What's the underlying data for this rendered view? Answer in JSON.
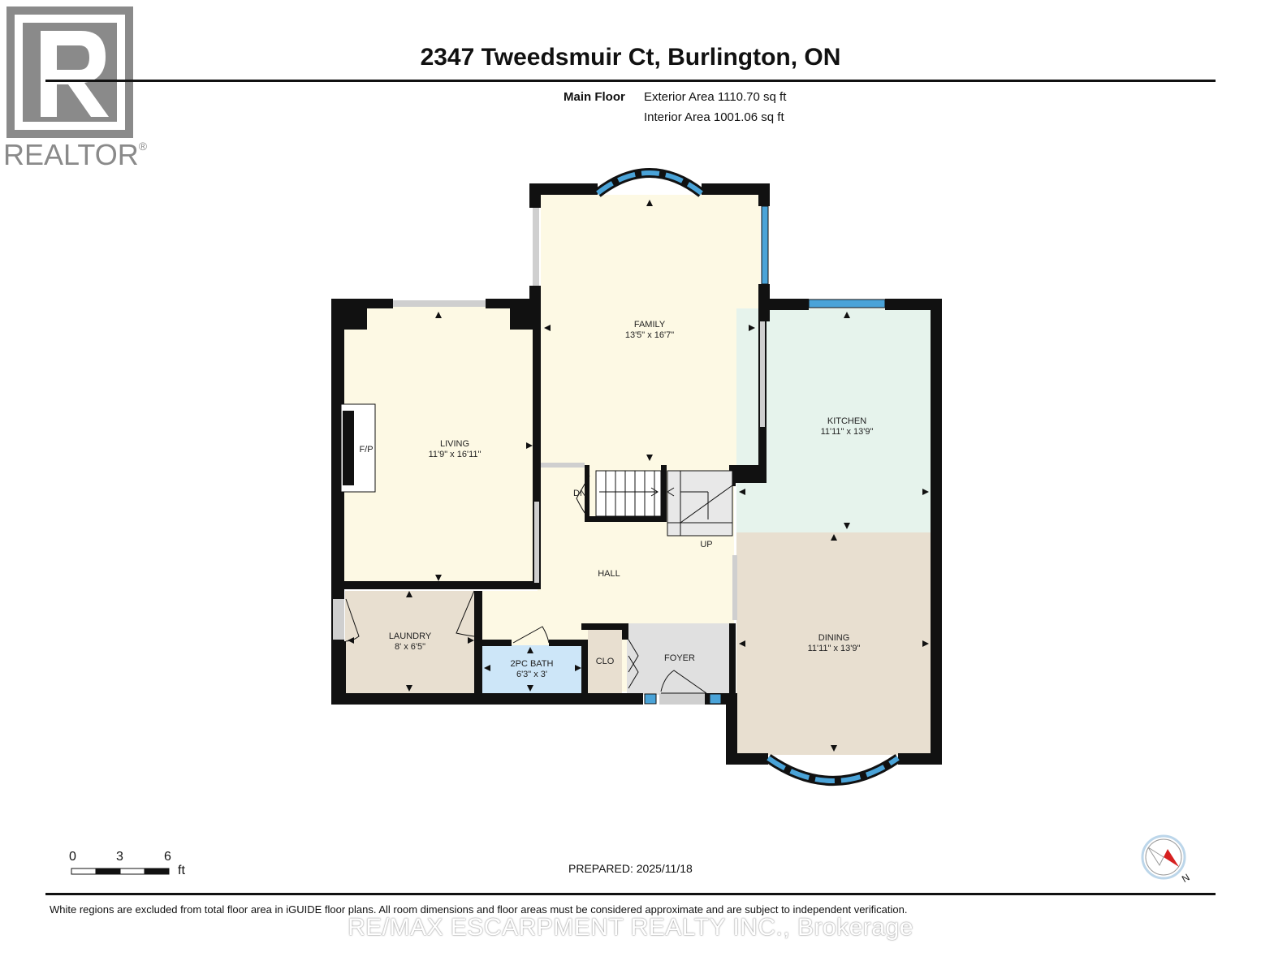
{
  "logo": {
    "letter": "R",
    "wordmark": "REALTOR",
    "registered": "®"
  },
  "header": {
    "title": "2347 Tweedsmuir Ct, Burlington, ON",
    "floor_name": "Main Floor",
    "exterior_area": "Exterior Area 1110.70 sq ft",
    "interior_area": "Interior Area 1001.06 sq ft"
  },
  "rooms": {
    "family": {
      "name": "FAMILY",
      "dims": "13'5\" x 16'7\""
    },
    "living": {
      "name": "LIVING",
      "dims": "11'9\" x 16'11\""
    },
    "kitchen": {
      "name": "KITCHEN",
      "dims": "11'11\" x 13'9\""
    },
    "dining": {
      "name": "DINING",
      "dims": "11'11\" x 13'9\""
    },
    "laundry": {
      "name": "LAUNDRY",
      "dims": "8' x 6'5\""
    },
    "bath": {
      "name": "2PC BATH",
      "dims": "6'3\" x 3'"
    },
    "hall": {
      "name": "HALL"
    },
    "foyer": {
      "name": "FOYER"
    },
    "closet": {
      "name": "CLO"
    },
    "fireplace": {
      "name": "F/P"
    },
    "stairs_down": "DN",
    "stairs_up": "UP"
  },
  "scale": {
    "marks": [
      "0",
      "3",
      "6"
    ],
    "unit": "ft"
  },
  "prepared": "PREPARED: 2025/11/18",
  "compass_label": "N",
  "footer": {
    "disclaimer": "White regions are excluded from total floor area in iGUIDE floor plans. All room dimensions and floor areas must be considered approximate and are subject to independent verification.",
    "watermark": "RE/MAX ESCARPMENT REALTY INC., Brokerage"
  },
  "colors": {
    "living": "#fdf9e4",
    "family": "#fdf9e4",
    "hall": "#fdf9e4",
    "kitchen": "#e6f3ec",
    "dining": "#e8dfd0",
    "laundry": "#e8dfd0",
    "closet": "#e8dfd0",
    "bath": "#cde6f8",
    "foyer": "#e0e0e0",
    "window": "#4aa3d8",
    "wall": "#111111",
    "logo_gray": "#8a8a8a"
  }
}
